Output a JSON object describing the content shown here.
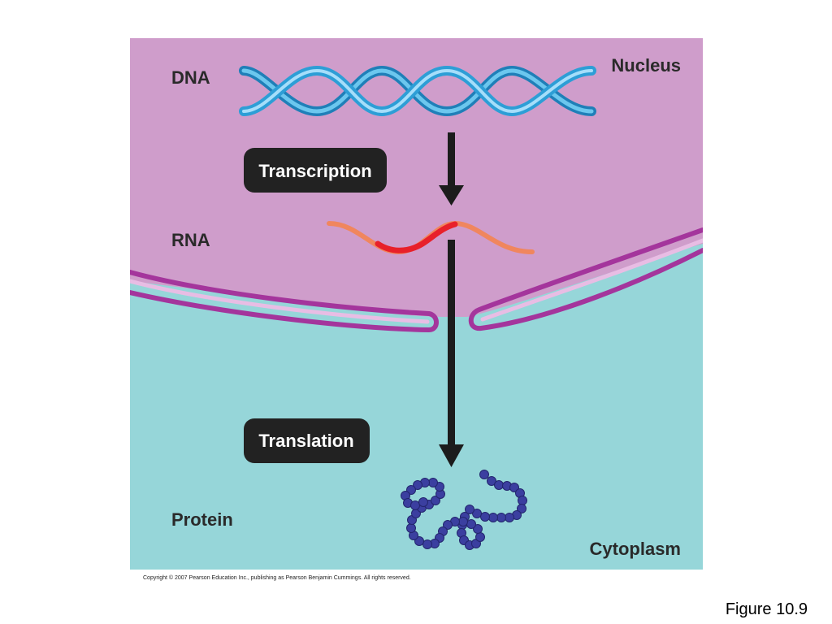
{
  "labels": {
    "dna": "DNA",
    "nucleus": "Nucleus",
    "transcription": "Transcription",
    "rna": "RNA",
    "translation": "Translation",
    "protein": "Protein",
    "cytoplasm": "Cytoplasm"
  },
  "copyright": "Copyright © 2007 Pearson Education Inc., publishing as Pearson Benjamin Cummings. All rights reserved.",
  "caption": "Figure 10.9",
  "colors": {
    "nucleus_bg": "#cf9dcb",
    "cytoplasm_bg": "#96d6d9",
    "membrane": "#a4359c",
    "dna_strand": "#2d9ed6",
    "rna_strand": "#f0865e",
    "rna_highlight": "#e8202a",
    "protein_bead": "#3b3fa0",
    "arrow": "#1c1c1c",
    "pill_bg": "#222222"
  }
}
